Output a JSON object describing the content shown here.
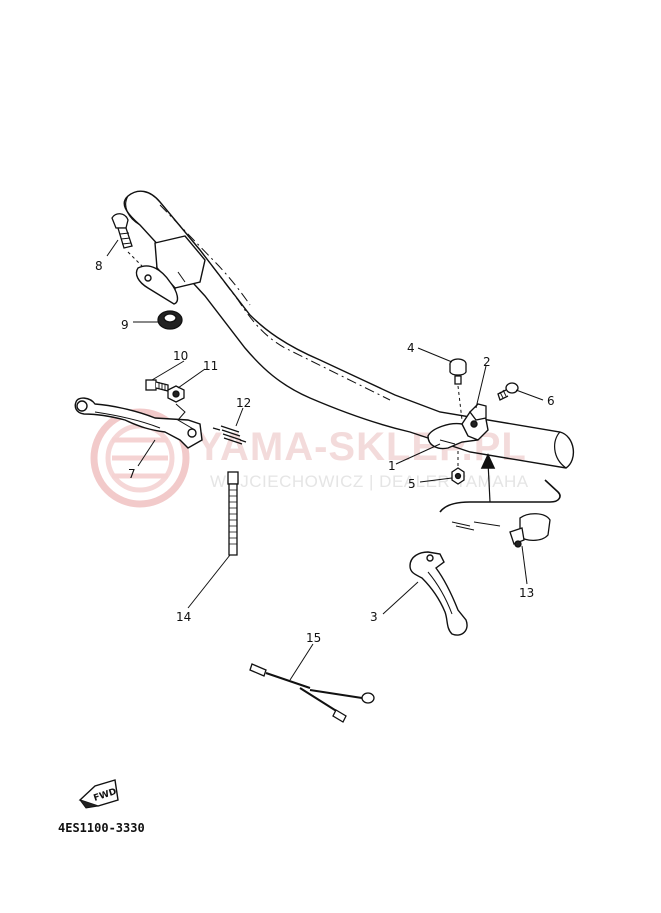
{
  "watermark": {
    "brand": "YAMA-SKLEP.PL",
    "dealer": "WOJCIECHOWICZ | DEALER YAMAHA"
  },
  "part_labels": {
    "p1": "1",
    "p2": "2",
    "p3": "3",
    "p4": "4",
    "p5": "5",
    "p6": "6",
    "p7": "7",
    "p8": "8",
    "p9": "9",
    "p10": "10",
    "p11": "11",
    "p12": "12",
    "p13": "13",
    "p14": "14",
    "p15": "15"
  },
  "fwd_label": "FWD",
  "diagram_code": "4ES1100-3330"
}
